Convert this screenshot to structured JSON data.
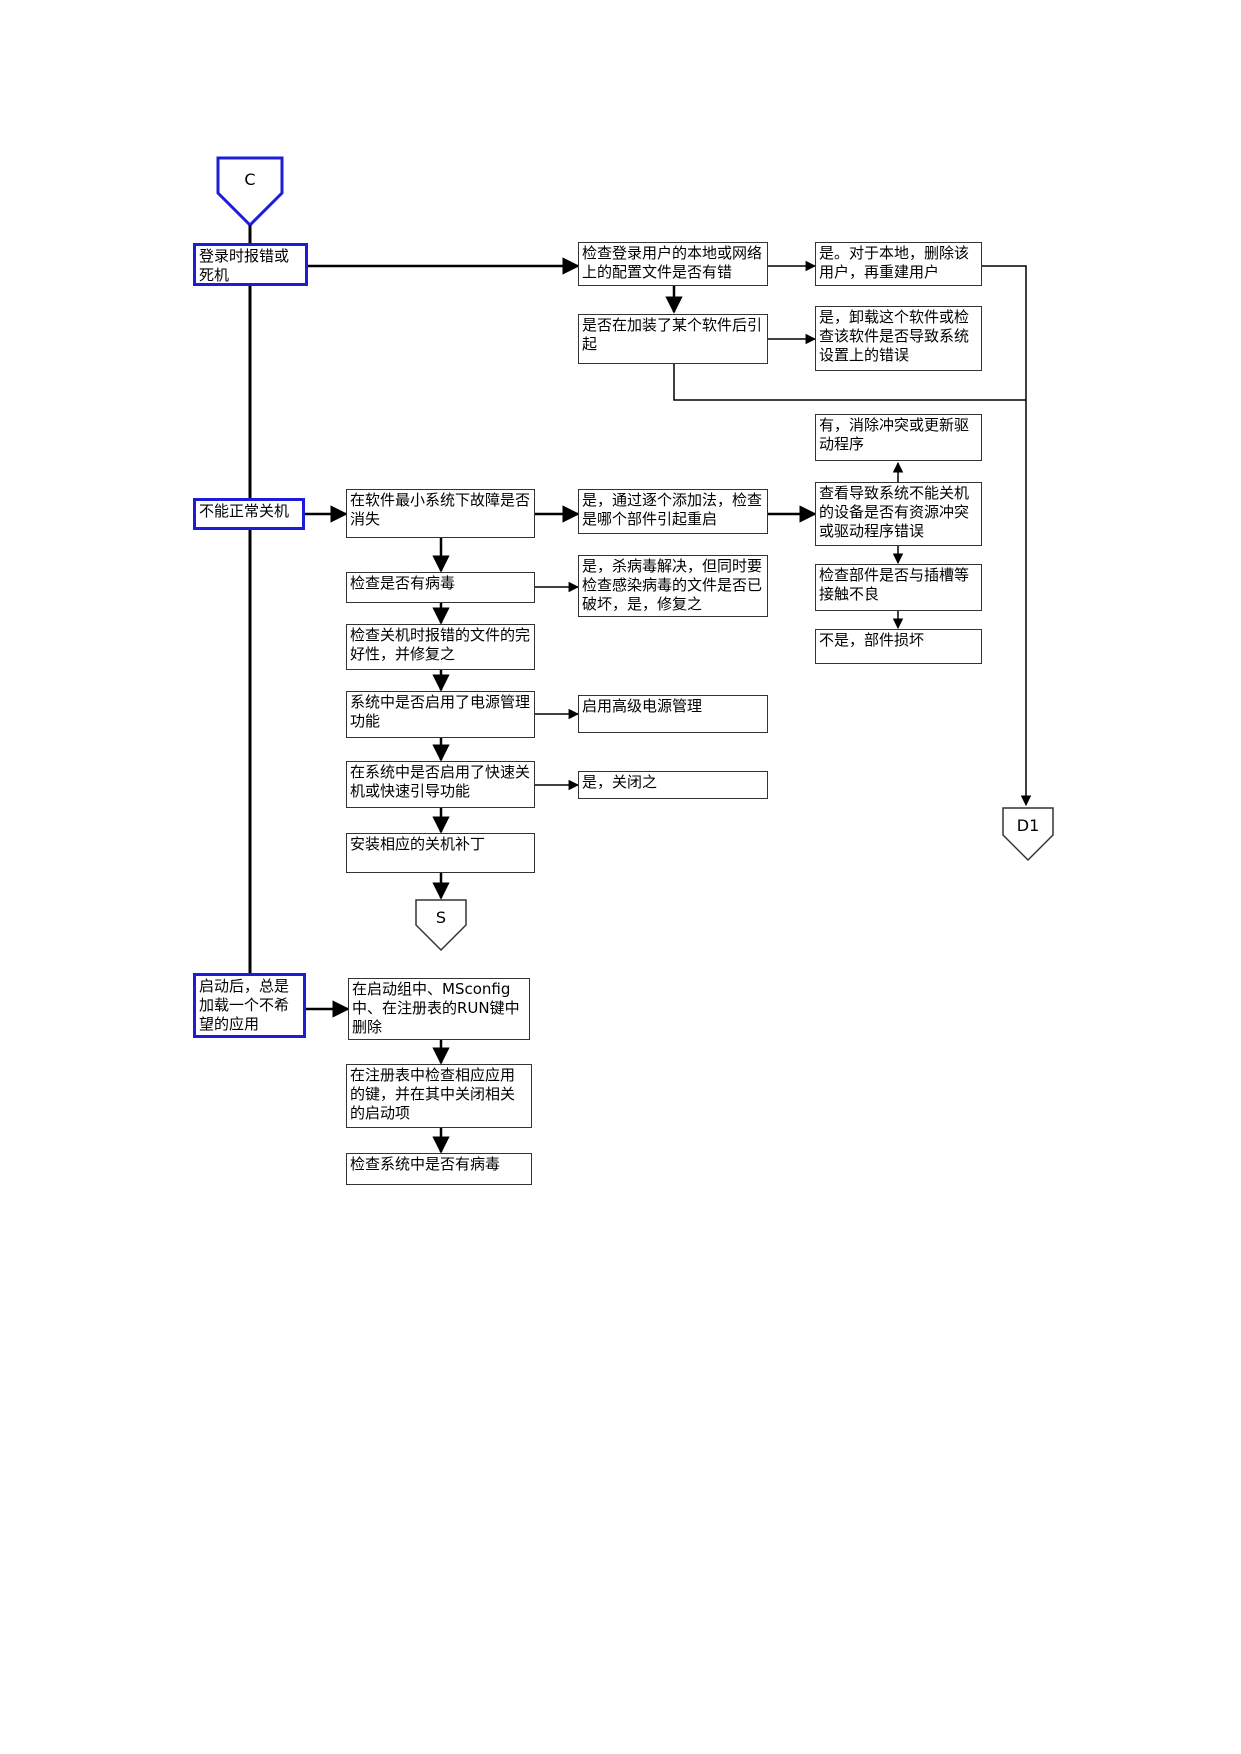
{
  "connectors": {
    "start": "C",
    "end_d1": "D1",
    "end_s": "S"
  },
  "colors": {
    "category_border": "#1d1dd9",
    "line": "#000000",
    "box_border": "#333333"
  },
  "categories": {
    "login": "登录时报错或死机",
    "shutdown": "不能正常关机",
    "startup": "启动后，总是加载一个不希望的应用"
  },
  "login_steps": {
    "check_profile": "检查登录用户的本地或网络上的配置文件是否有错",
    "profile_fix": "是。对于本地，删除该用户，再重建用户",
    "after_software": "是否在加装了某个软件后引起",
    "software_fix": "是，卸载这个软件或检查该软件是否导致系统设置上的错误"
  },
  "shutdown_steps": {
    "minimal_system": "在软件最小系统下故障是否消失",
    "add_one_by_one": "是，通过逐个添加法，检查是哪个部件引起重启",
    "check_conflict": "查看导致系统不能关机的设备是否有资源冲突或驱动程序错误",
    "conflict_fix": "有，消除冲突或更新驱动程序",
    "check_slot": "检查部件是否与插槽等接触不良",
    "part_damaged": "不是，部件损坏",
    "check_virus": "检查是否有病毒",
    "virus_fix": "是，杀病毒解决，但同时要检查感染病毒的文件是否已破坏，是，修复之",
    "check_files": "检查关机时报错的文件的完好性，并修复之",
    "power_mgmt": "系统中是否启用了电源管理功能",
    "power_fix": "启用高级电源管理",
    "fast_shutdown": "在系统中是否启用了快速关机或快速引导功能",
    "fast_fix": "是，关闭之",
    "install_patch": "安装相应的关机补丁"
  },
  "startup_steps": {
    "msconfig": "在启动组中、MSconfig中、在注册表的RUN键中删除",
    "registry": "在注册表中检查相应应用的键，并在其中关闭相关的启动项",
    "check_virus": "检查系统中是否有病毒"
  }
}
